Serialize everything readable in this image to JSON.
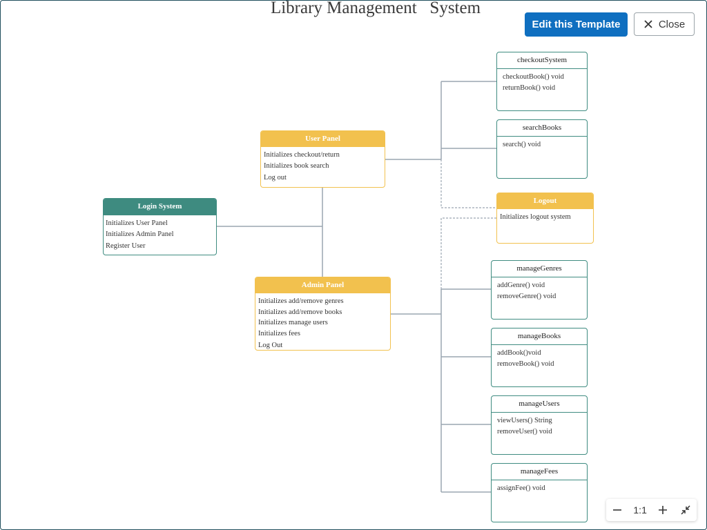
{
  "title": "Library Management   System",
  "toolbar": {
    "edit_label": "Edit this Template",
    "close_label": "Close"
  },
  "zoom": {
    "level": "1:1"
  },
  "boxes": {
    "login": {
      "title": "Login System",
      "lines": [
        "Initializes User  Panel",
        "Initializes Admin Panel",
        "Register  User"
      ]
    },
    "user_panel": {
      "title": "User  Panel",
      "lines": [
        "Initializes checkout/return",
        "Initializes book search",
        "Log out"
      ]
    },
    "admin_panel": {
      "title": "Admin Panel",
      "lines": [
        "Initializes add/remove   genres",
        "Initializes add/remove   books",
        "Initializes manage  users",
        "Initializes fees",
        "Log Out"
      ]
    },
    "checkout": {
      "title": "checkoutSystem",
      "lines": [
        "checkoutBook() void",
        "returnBook() void"
      ]
    },
    "search": {
      "title": "searchBooks",
      "lines": [
        "search() void"
      ]
    },
    "logout": {
      "title": "Logout",
      "lines": [
        "Initializes logout system"
      ]
    },
    "genres": {
      "title": "manageGenres",
      "lines": [
        "addGenre() void",
        "removeGenre()   void"
      ]
    },
    "books": {
      "title": "manageBooks",
      "lines": [
        "addBook()void",
        "removeBook() void"
      ]
    },
    "users": {
      "title": "manageUsers",
      "lines": [
        "viewUsers()  String",
        "removeUser()  void"
      ]
    },
    "fees": {
      "title": "manageFees",
      "lines": [
        "assignFee() void"
      ]
    }
  },
  "colors": {
    "teal": "#3e8b80",
    "yellow": "#f2c14e",
    "accent": "#0f6fc0",
    "connector": "#9aa5b1"
  },
  "icons": [
    "close-icon",
    "zoom-out-icon",
    "zoom-in-icon",
    "collapse-icon"
  ]
}
